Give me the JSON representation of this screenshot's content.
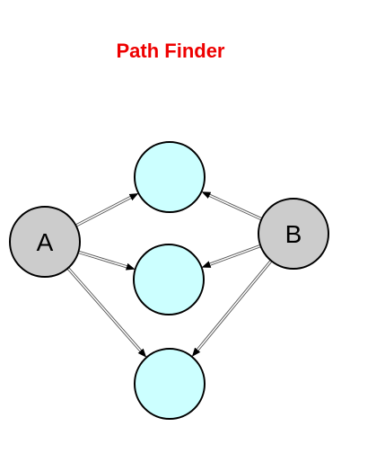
{
  "title": "Path Finder",
  "colors": {
    "title": "#ee0000",
    "endpoint_fill": "#cccccc",
    "intermediate_fill": "#ccffff",
    "stroke": "#000000",
    "edge_stroke": "#555555"
  },
  "nodes": [
    {
      "id": "A",
      "label": "A",
      "kind": "endpoint"
    },
    {
      "id": "B",
      "label": "B",
      "kind": "endpoint"
    },
    {
      "id": "top",
      "label": "",
      "kind": "intermediate"
    },
    {
      "id": "middle",
      "label": "",
      "kind": "intermediate"
    },
    {
      "id": "bottom",
      "label": "",
      "kind": "intermediate"
    }
  ],
  "edges": [
    {
      "from": "A",
      "to": "top"
    },
    {
      "from": "A",
      "to": "middle"
    },
    {
      "from": "A",
      "to": "bottom"
    },
    {
      "from": "B",
      "to": "top"
    },
    {
      "from": "B",
      "to": "middle"
    },
    {
      "from": "B",
      "to": "bottom"
    }
  ]
}
